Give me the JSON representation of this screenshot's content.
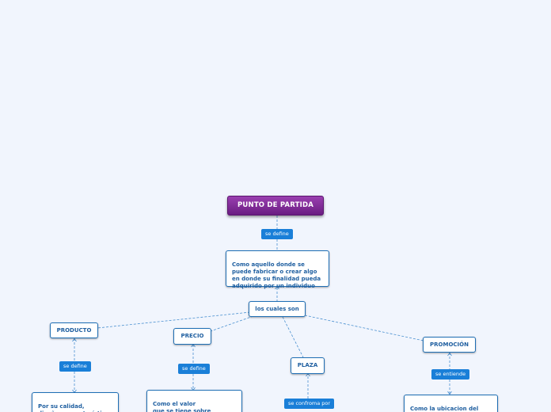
{
  "map": {
    "root": "PUNTO DE PARTIDA",
    "root_link": "se define",
    "definition": "Como aquello donde se\npuede fabricar o crear algo\nen donde su finalidad pueda\nadquirido por un individuo",
    "hub": "los cuales son",
    "branches": {
      "producto": {
        "title": "PRODUCTO",
        "link": "se define",
        "detail": "Por su calidad,\ndiseño y características"
      },
      "precio": {
        "title": "PRECIO",
        "link": "se define",
        "detail": "Como el valor\nque se tiene sobre\nel producto"
      },
      "plaza": {
        "title": "PLAZA",
        "link": "se confroma por",
        "detail": ""
      },
      "promocion": {
        "title": "PROMOCIÓN",
        "link": "se entiende",
        "detail": "Como la ubicacion del\nproducto final dentro"
      }
    }
  },
  "colors": {
    "background": "#f1f5fd",
    "node_border": "#1f6fb5",
    "node_text": "#1f5fa0",
    "root_fill": "#7d2896",
    "label_fill": "#1a7fd8",
    "connector": "#4a90d0"
  }
}
